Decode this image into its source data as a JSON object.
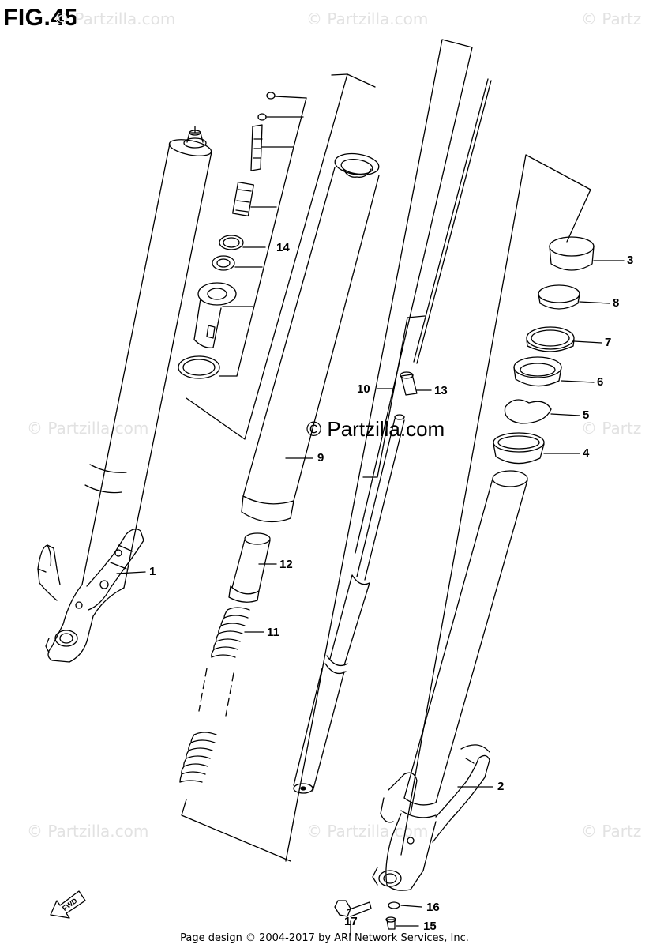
{
  "figure": {
    "title": "FIG.45"
  },
  "watermarks": [
    "© Partzilla.com",
    "© Partzilla.com",
    "© Partz",
    "© Partzilla.com",
    "© Partz",
    "© Partzilla.com",
    "© Partzilla.com",
    "© Partz"
  ],
  "center_watermark": "© Partzilla.com",
  "fwd_label": "FWD",
  "callouts": {
    "c1": "1",
    "c2": "2",
    "c3": "3",
    "c4": "4",
    "c5": "5",
    "c6": "6",
    "c7": "7",
    "c8": "8",
    "c9": "9",
    "c10": "10",
    "c11": "11",
    "c12": "12",
    "c13": "13",
    "c14": "14",
    "c15": "15",
    "c16": "16",
    "c17": "17"
  },
  "footer": "Page design © 2004-2017 by ARI Network Services, Inc."
}
